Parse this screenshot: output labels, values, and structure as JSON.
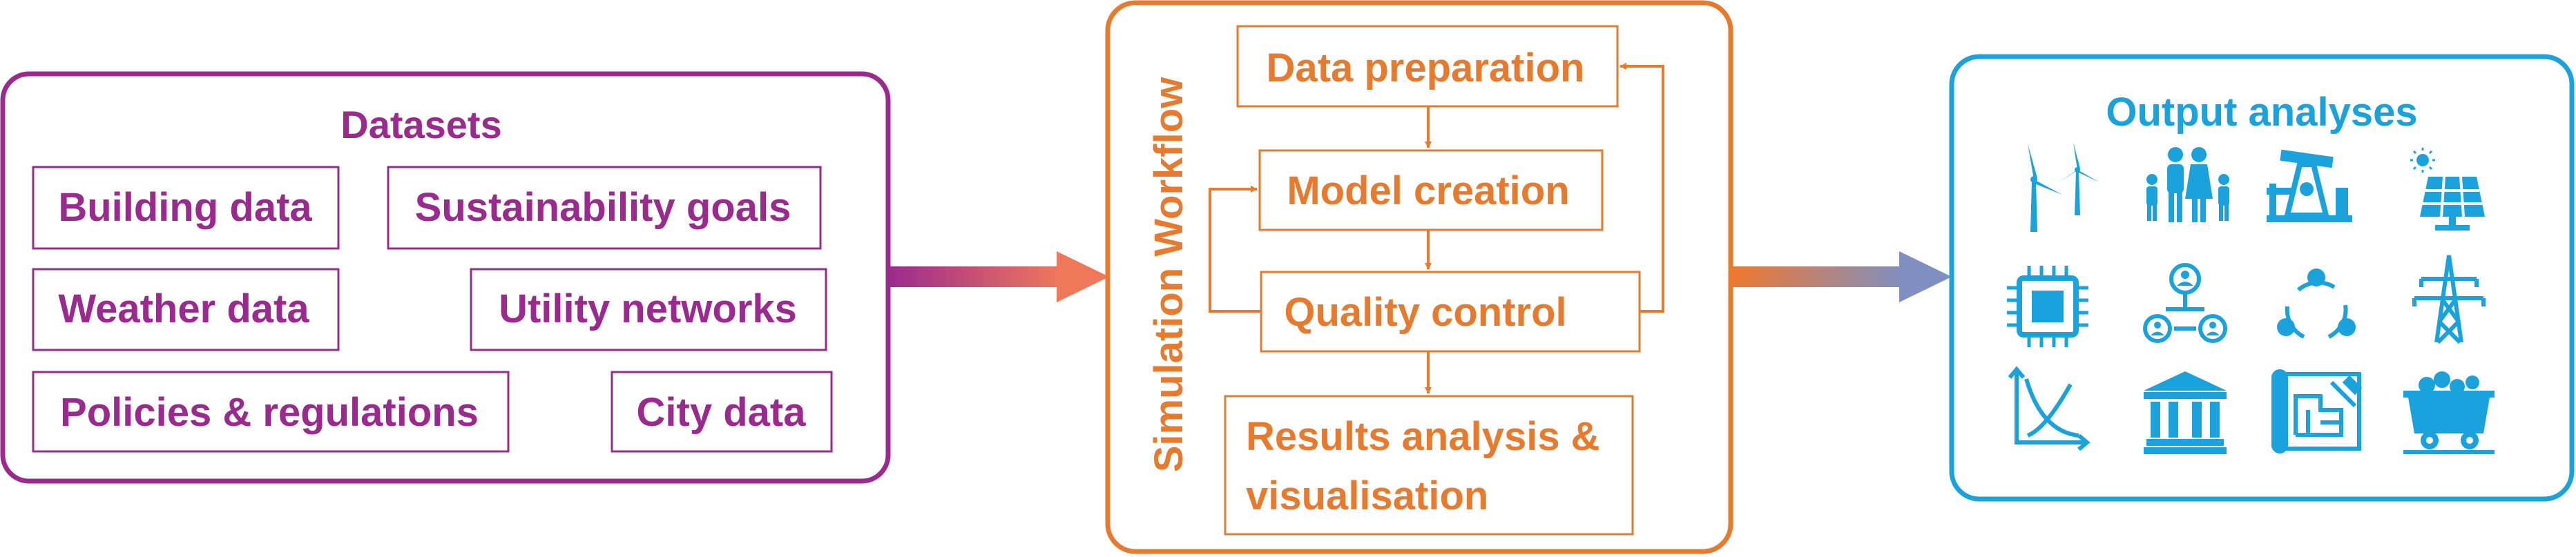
{
  "colors": {
    "datasets": "#9b2a8e",
    "workflow": "#e87a2e",
    "outputs": "#1aa2dc",
    "arrow_to_outputs_end": "#7f8fc2"
  },
  "datasets": {
    "title": "Datasets",
    "items": [
      "Building data",
      "Sustainability goals",
      "Weather data",
      "Utility networks",
      "Policies & regulations",
      "City data"
    ]
  },
  "workflow": {
    "side_label": "Simulation Workflow",
    "steps": [
      "Data preparation",
      "Model creation",
      "Quality control",
      "Results analysis &",
      "visualisation"
    ]
  },
  "outputs": {
    "title": "Output analyses",
    "icons": [
      "wind-turbine-icon",
      "family-icon",
      "oil-pump-icon",
      "solar-panel-icon",
      "microchip-icon",
      "network-people-icon",
      "cycle-icon",
      "power-pylon-icon",
      "graph-curve-icon",
      "institution-building-icon",
      "blueprint-icon",
      "mining-cart-icon"
    ]
  }
}
